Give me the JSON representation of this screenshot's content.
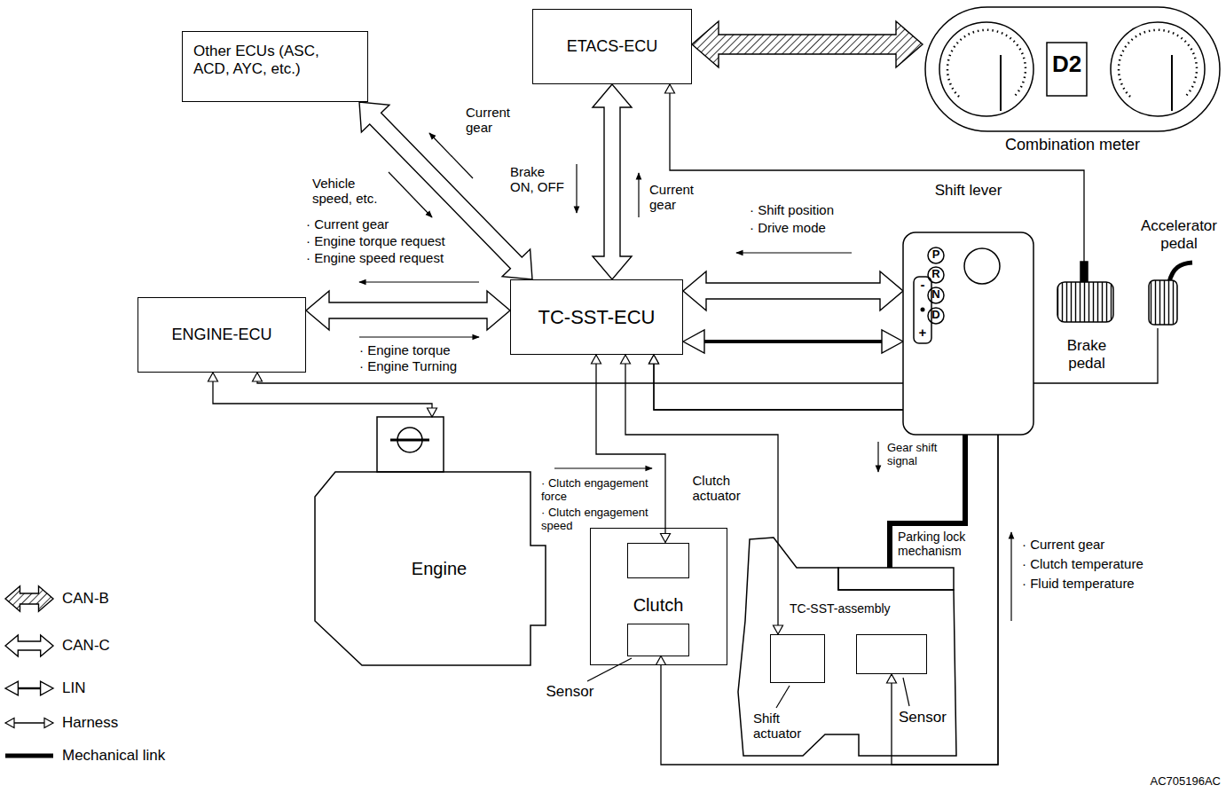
{
  "diagram": {
    "nodes": [
      {
        "text": [
          "Other ECUs (ASC, ACD, AYC, etc.)"
        ]
      },
      {
        "text": [
          "ETACS-ECU"
        ]
      },
      {
        "text": [
          "D2",
          "Combination meter"
        ]
      },
      {
        "text": [
          "ENGINE-ECU"
        ]
      },
      {
        "text": [
          "TC-SST-ECU"
        ]
      },
      {
        "text": [
          "Shift lever",
          "P",
          "R",
          "N",
          "D",
          "-",
          "+"
        ]
      },
      {
        "text": [
          "Brake pedal"
        ]
      },
      {
        "text": [
          "Accelerator pedal"
        ]
      },
      {
        "text": [
          "Engine"
        ]
      },
      {
        "text": [
          "Clutch"
        ]
      },
      {
        "text": [
          "Clutch actuator"
        ],
        "in": 9
      },
      {
        "text": [
          "Sensor"
        ],
        "in": 9
      },
      {
        "text": [
          "TC-SST-assembly"
        ]
      },
      {
        "text": [
          "Shift actuator"
        ],
        "in": 12
      },
      {
        "text": [
          "Sensor"
        ],
        "in": 12
      }
    ],
    "edges": [
      {
        "from": 0,
        "to": 4,
        "arrow": "both"
      },
      {
        "from": 1,
        "to": 4,
        "arrow": "both"
      },
      {
        "from": 1,
        "to": 2,
        "arrow": "both"
      },
      {
        "from": 3,
        "to": 4,
        "arrow": "both"
      },
      {
        "from": 4,
        "to": 5,
        "arrow": "both"
      },
      {
        "from": 4,
        "to": 5,
        "arrow": "both"
      },
      {
        "from": 6,
        "to": 1,
        "arrow": "to"
      },
      {
        "from": 7,
        "to": 3,
        "arrow": "to"
      },
      {
        "from": 3,
        "to": 8,
        "arrow": "both"
      },
      {
        "from": 4,
        "to": 10,
        "arrow": "both"
      },
      {
        "from": 4,
        "to": 13,
        "arrow": "both"
      },
      {
        "from": 11,
        "to": 4,
        "arrow": "both"
      },
      {
        "from": 14,
        "to": 4,
        "arrow": "both"
      },
      {
        "from": 5,
        "to": 12,
        "arrow": "none"
      }
    ],
    "labels": [
      "Current gear",
      "Vehicle speed, etc.",
      "· Current gear",
      "· Engine torque request",
      "· Engine speed request",
      "· Engine torque",
      "· Engine Turning",
      "Brake ON, OFF",
      "Current gear",
      "· Shift position",
      "· Drive mode",
      "· Clutch engagement force",
      "· Clutch engagement speed",
      "Gear shift signal",
      "Parking lock mechanism",
      "· Current gear",
      "· Clutch temperature",
      "· Fluid temperature",
      "AC705196AC"
    ],
    "legend": [
      {
        "text": "CAN-B"
      },
      {
        "text": "CAN-C"
      },
      {
        "text": "LIN"
      },
      {
        "text": "Harness"
      },
      {
        "text": "Mechanical link"
      }
    ]
  }
}
